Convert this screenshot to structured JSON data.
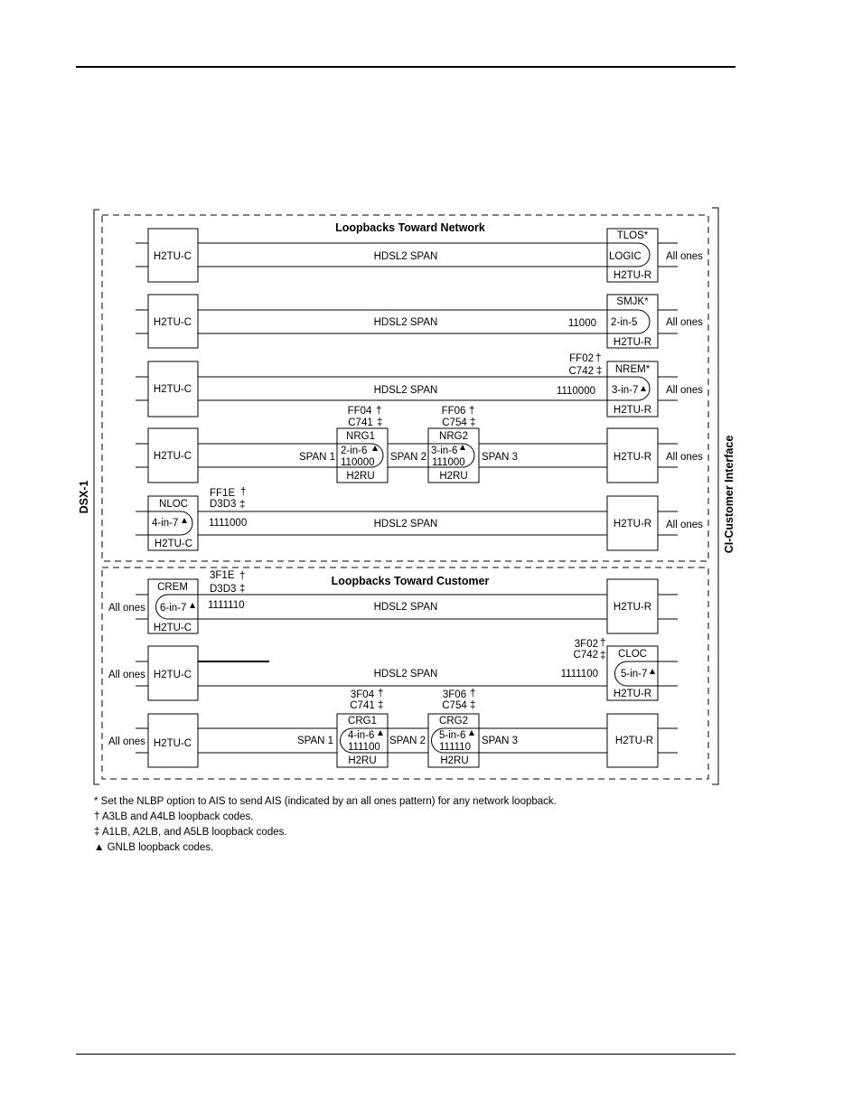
{
  "sections": {
    "network_title": "Loopbacks Toward Network",
    "customer_title": "Loopbacks Toward Customer"
  },
  "labels": {
    "left_interface": "DSX-1",
    "right_interface": "CI-Customer Interface",
    "all_ones": "All ones",
    "hdsl2_span": "HDSL2 SPAN",
    "span1": "SPAN 1",
    "span2": "SPAN 2",
    "span3": "SPAN 3",
    "h2tu_c": "H2TU-C",
    "h2tu_r": "H2TU-R",
    "h2ru": "H2RU"
  },
  "rows": {
    "tlos": {
      "name": "TLOS*",
      "inner": "LOGIC"
    },
    "smjk": {
      "name": "SMJK*",
      "inner": "2-in-5",
      "pattern": "11000"
    },
    "nrem": {
      "name": "NREM*",
      "inner": "3-in-7",
      "pattern": "1110000",
      "code1": "FF02",
      "code2": "C742"
    },
    "nrg1": {
      "name": "NRG1",
      "inner": "2-in-6",
      "pattern": "110000",
      "code1": "FF04",
      "code2": "C741"
    },
    "nrg2": {
      "name": "NRG2",
      "inner": "3-in-6",
      "pattern": "111000",
      "code1": "FF06",
      "code2": "C754"
    },
    "nloc": {
      "name": "NLOC",
      "inner": "4-in-7",
      "pattern": "1111000",
      "code1": "FF1E",
      "code2": "D3D3"
    },
    "crem": {
      "name": "CREM",
      "inner": "6-in-7",
      "pattern": "1111110",
      "code1": "3F1E",
      "code2": "D3D3"
    },
    "cloc": {
      "name": "CLOC",
      "inner": "5-in-7",
      "pattern": "1111100",
      "code1": "3F02",
      "code2": "C742"
    },
    "crg1": {
      "name": "CRG1",
      "inner": "4-in-6",
      "pattern": "111100",
      "code1": "3F04",
      "code2": "C741"
    },
    "crg2": {
      "name": "CRG2",
      "inner": "5-in-6",
      "pattern": "111110",
      "code1": "3F06",
      "code2": "C754"
    }
  },
  "notes": {
    "star": "* Set the NLBP option to AIS to send AIS (indicated by an all ones pattern) for any network loopback.",
    "dagger": "† A3LB and A4LB loopback codes.",
    "ddagger": "‡ A1LB, A2LB, and A5LB loopback codes.",
    "triangle": "▲ GNLB loopback codes."
  }
}
